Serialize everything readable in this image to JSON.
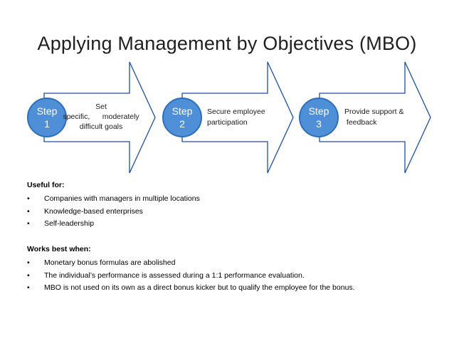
{
  "title": "Applying Management by Objectives (MBO)",
  "colors": {
    "badge_fill": "#4f8fd8",
    "badge_border": "#2f6fb8",
    "arrow_stroke": "#1f4e9a"
  },
  "steps": [
    {
      "label_line1": "Step",
      "label_line2": "1",
      "text_lines": [
        "Set",
        "specific,      moderately",
        "difficult goals"
      ]
    },
    {
      "label_line1": "Step",
      "label_line2": "2",
      "text_lines": [
        "Secure employee",
        "participation"
      ]
    },
    {
      "label_line1": "Step",
      "label_line2": "3",
      "text_lines": [
        "Provide support &",
        " feedback"
      ]
    }
  ],
  "useful_for": {
    "heading": "Useful for:",
    "bullet": "•",
    "items": [
      "Companies with managers in multiple locations",
      "Knowledge-based enterprises",
      "Self-leadership"
    ]
  },
  "works_best": {
    "heading": "Works best when:",
    "bullet": "•",
    "items": [
      "Monetary bonus formulas are abolished",
      "The individual’s performance is assessed during a 1:1 performance evaluation.",
      "MBO is not used on its own as a direct bonus kicker but to qualify the employee for the bonus."
    ]
  }
}
